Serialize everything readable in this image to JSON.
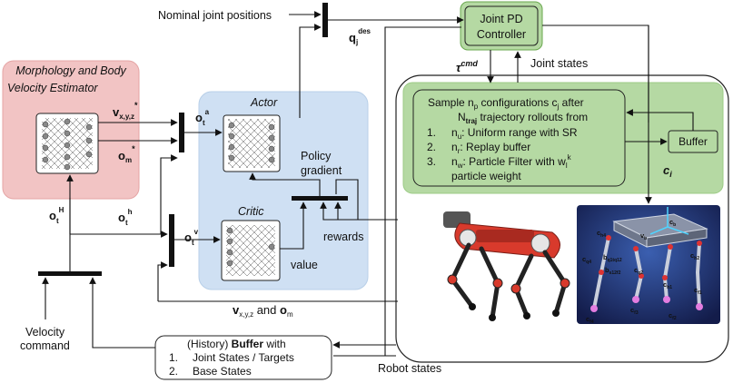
{
  "estimator": {
    "title_line1": "Morphology and Body",
    "title_line2": "Velocity Estimator",
    "out_v": "v",
    "out_v_sub": "x,y,z",
    "out_v_sup": "*",
    "out_om": "o",
    "out_om_sub": "m",
    "out_om_sup": "*"
  },
  "nominal": {
    "label": "Nominal joint positions",
    "q": "q",
    "q_sub": "j",
    "q_sup": "des"
  },
  "pd": {
    "line1": "Joint PD",
    "line2": "Controller"
  },
  "tau": {
    "sym": "τ",
    "sup": "cmd"
  },
  "joint_states": "Joint states",
  "policy": {
    "actor": "Actor",
    "critic": "Critic",
    "gradient_line1": "Policy",
    "gradient_line2": "gradient",
    "value": "value",
    "rewards": "rewards"
  },
  "obs": {
    "oa": "o",
    "oa_sub": "t",
    "oa_sup": "a",
    "ov": "o",
    "ov_sub": "t",
    "ov_sup": "v",
    "oh": "o",
    "oh_sub": "t",
    "oh_sup": "h",
    "oH": "o",
    "oH_sub": "t",
    "oH_sup": "H"
  },
  "sampler": {
    "l1_a": "Sample n",
    "l1_sub": "p",
    "l1_b": " configurations c",
    "l1_sub2": "j",
    "l1_c": " after",
    "l2_a": "N",
    "l2_sub": "traj",
    "l2_b": " trajectory rollouts from",
    "i1_num": "1.",
    "i1_a": "n",
    "i1_sub": "u",
    "i1_b": ": Uniform range with SR",
    "i2_num": "2.",
    "i2_a": "n",
    "i2_sub": "r",
    "i2_b": ": Replay buffer",
    "i3_num": "3.",
    "i3_a": "n",
    "i3_sub": "w",
    "i3_b": ": Particle Filter with w",
    "i3_sub2": "l",
    "i3_sup2": "k",
    "i3_line2": "particle weight"
  },
  "buffer_small": "Buffer",
  "ci": {
    "c": "c",
    "sub": "i"
  },
  "history": {
    "l1_a": "(History) ",
    "l1_b": "Buffer",
    "l1_c": " with",
    "i1_num": "1.",
    "i1": "Joint States / Targets",
    "i2_num": "2.",
    "i2": "Base States"
  },
  "velocity": {
    "line1": "Velocity",
    "line2": "command"
  },
  "vxyz_om": {
    "v": "v",
    "v_sub": "x,y,z",
    "and": " and ",
    "o": "o",
    "o_sub": "m"
  },
  "robot_states": "Robot states",
  "robot_labels": {
    "cb": "c",
    "cb_sub": "b",
    "vb": "v",
    "vb_sub": "b",
    "ch1": "c",
    "ch1_sub": "h1",
    "ch2": "c",
    "ch2_sub": "h2",
    "ch3": "c",
    "ch3_sub": "h3",
    "ch4": "c",
    "ch4_sub": "h4",
    "cq1": "c",
    "cq1_sub": "q1",
    "cq2": "c",
    "cq2_sub": "q2",
    "cq4": "c",
    "cq4_sub": "q4",
    "bq": "b",
    "bq_sub": "q1tq12",
    "bs": "b",
    "bs_sub": "s12f2",
    "cf1": "c",
    "cf1_sub": "f1",
    "cf2": "c",
    "cf2_sub": "f2",
    "cf3": "c",
    "cf3_sub": "f3",
    "cf4": "c",
    "cf4_sub": "f4"
  },
  "colors": {
    "estimator_fill": "#f2c4c4",
    "policy_fill": "#cfe0f3",
    "green_fill": "#b5d9a3",
    "green_stroke": "#6aa84f",
    "robot_red": "#d83a2c",
    "sim_bg": "#1d2c66"
  }
}
